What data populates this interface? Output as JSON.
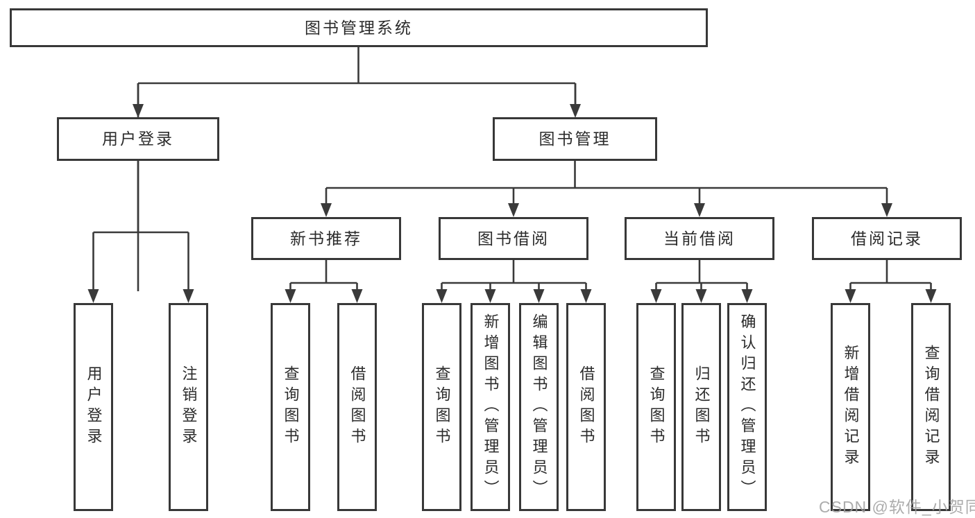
{
  "tree": {
    "label": "图书管理系统",
    "children": [
      {
        "label": "用户登录",
        "children": [
          {
            "label": "用户登录"
          },
          {
            "label": "注销登录"
          }
        ]
      },
      {
        "label": "图书管理",
        "children": [
          {
            "label": "新书推荐",
            "children": [
              {
                "label": "查询图书"
              },
              {
                "label": "借阅图书"
              }
            ]
          },
          {
            "label": "图书借阅",
            "children": [
              {
                "label": "查询图书"
              },
              {
                "label": "新增图书（管理员）"
              },
              {
                "label": "编辑图书（管理员）"
              },
              {
                "label": "借阅图书"
              }
            ]
          },
          {
            "label": "当前借阅",
            "children": [
              {
                "label": "查询图书"
              },
              {
                "label": "归还图书"
              },
              {
                "label": "确认归还（管理员）"
              }
            ]
          },
          {
            "label": "借阅记录",
            "children": [
              {
                "label": "新增借阅记录"
              },
              {
                "label": "查询借阅记录"
              }
            ]
          }
        ]
      }
    ]
  },
  "watermark": "CSDN @软件_小贺同学",
  "colors": {
    "line": "#3a3a3a",
    "border": "#383838",
    "text": "#2b2b2b",
    "watermark": "#9e9e9e",
    "background": "#ffffff"
  }
}
